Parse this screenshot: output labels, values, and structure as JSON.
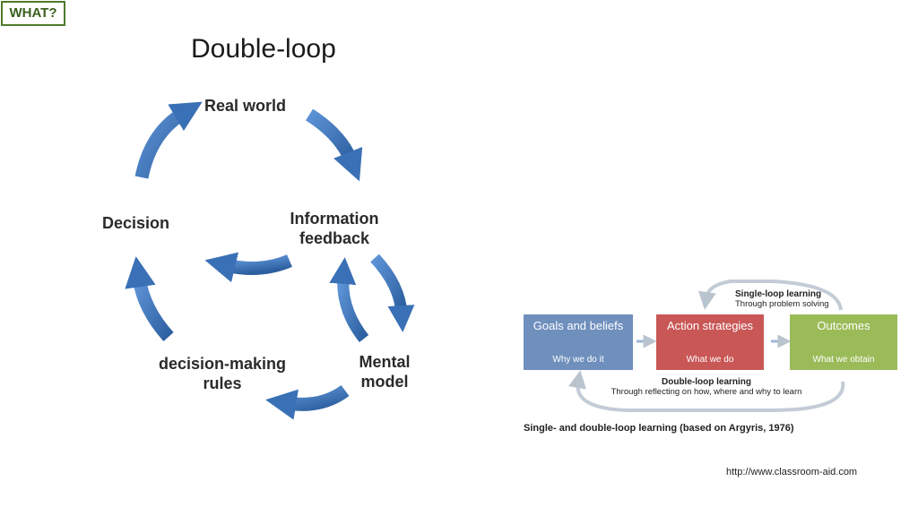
{
  "tag": "WHAT?",
  "title": "Double-loop",
  "cycle": {
    "real_world": "Real world",
    "information_feedback_line1": "Information",
    "information_feedback_line2": "feedback",
    "decision": "Decision",
    "mental_model_line1": "Mental",
    "mental_model_line2": "model",
    "rules_line1": "decision-making",
    "rules_line2": "rules"
  },
  "argyris": {
    "single_loop_title": "Single-loop learning",
    "single_loop_sub": "Through problem solving",
    "boxes": [
      {
        "title": "Goals and beliefs",
        "sub": "Why we do it",
        "color": "#6f8fbd"
      },
      {
        "title": "Action strategies",
        "sub": "What we do",
        "color": "#c85756"
      },
      {
        "title": "Outcomes",
        "sub": "What we obtain",
        "color": "#9bbb59"
      }
    ],
    "double_loop_title": "Double-loop learning",
    "double_loop_sub": "Through  reflecting on how, where and why to learn",
    "caption": "Single- and double-loop learning (based on Argyris, 1976)"
  },
  "source_url": "http://www.classroom-aid.com",
  "colors": {
    "arrow_blue": "#3f77be",
    "arrow_light": "#c9d3dd",
    "tag_border": "#4e7a2c"
  }
}
